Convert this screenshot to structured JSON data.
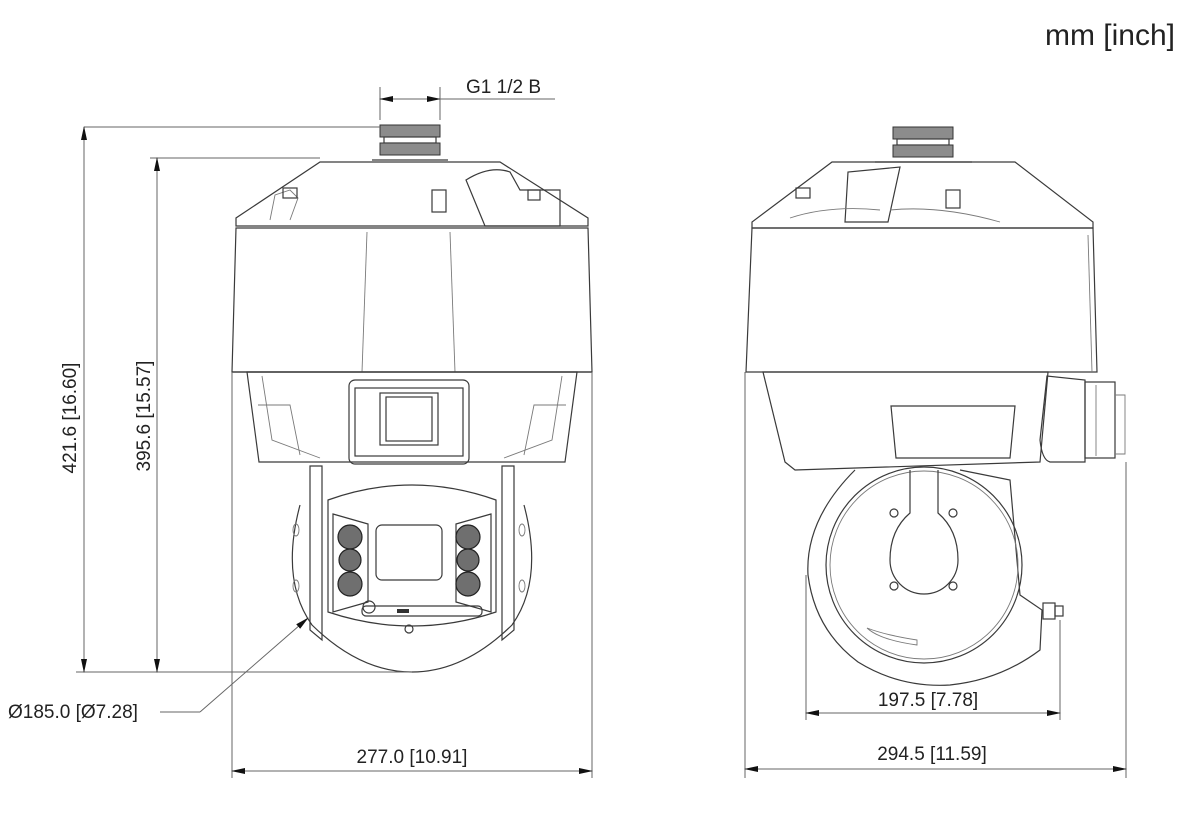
{
  "units_label": "mm [inch]",
  "thread_label": "G1 1/2 B",
  "front_view": {
    "overall_height": "421.6 [16.60]",
    "body_height": "395.6 [15.57]",
    "dome_diameter": "Ø185.0 [Ø7.28]",
    "width": "277.0 [10.91]"
  },
  "side_view": {
    "inner_width": "197.5 [7.78]",
    "width": "294.5 [11.59]"
  },
  "colors": {
    "line": "#3a3a3a",
    "dimension_line": "#666666",
    "background": "#ffffff"
  }
}
